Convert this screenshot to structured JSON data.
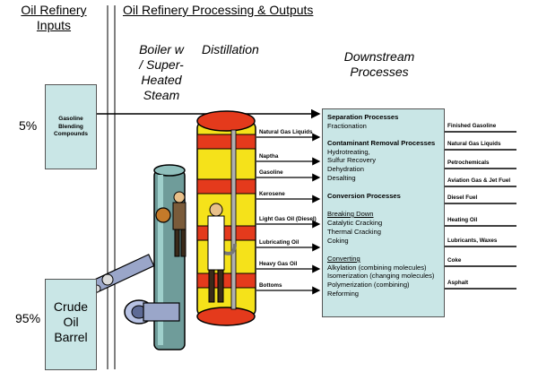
{
  "headers": {
    "inputs_line1": "Oil Refinery",
    "inputs_line2": "Inputs",
    "processing": "Oil Refinery Processing & Outputs",
    "boiler_lines": [
      "Boiler w",
      "/ Super-",
      "Heated",
      "Steam"
    ],
    "distillation": "Distillation",
    "downstream_lines": [
      "Downstream",
      "Processes"
    ]
  },
  "inputs": {
    "gasoline_blending": {
      "percent": "5%",
      "lines": [
        "Gasoline",
        "Blending",
        "Compounds"
      ]
    },
    "crude": {
      "percent": "95%",
      "lines": [
        "Crude",
        "Oil",
        "Barrel"
      ]
    }
  },
  "distillation_products": [
    "Natural Gas Liquids",
    "Naptha",
    "Gasoline",
    "Kerosene",
    "Light Gas Oil (Diesel)",
    "Lubricating Oil",
    "Heavy Gas Oil",
    "Bottoms"
  ],
  "processes": {
    "separation_title": "Separation Processes",
    "separation_items": [
      "Fractionation"
    ],
    "contaminant_title": "Contaminant Removal Processes",
    "contaminant_items": [
      "Hydrotreating,",
      "Sulfur Recovery",
      "Dehydration",
      "Desalting"
    ],
    "conversion_title": "Conversion Processes",
    "breaking_down_title": "Breaking Down",
    "breaking_down_items": [
      "Catalytic Cracking",
      "Thermal Cracking",
      "Coking"
    ],
    "converting_title": "Converting",
    "converting_items": [
      "Alkylation (combining molecules)",
      "Isomerization (changing molecules)",
      "Polymerization (combining)",
      "Reforming"
    ]
  },
  "outputs": [
    "Finished Gasoline",
    "Natural Gas Liquids",
    "Petrochemicals",
    "Aviation Gas & Jet Fuel",
    "Diesel Fuel",
    "Heating Oil",
    "Lubricants, Waxes",
    "Coke",
    "Asphalt"
  ]
}
